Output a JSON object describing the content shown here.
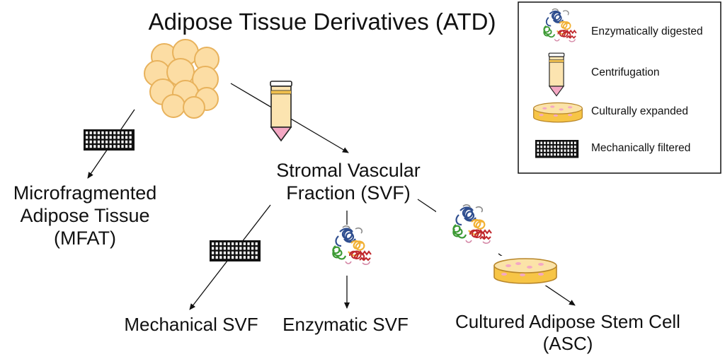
{
  "title": "Adipose Tissue Derivatives (ATD)",
  "nodes": {
    "mfat": [
      "Microfragmented",
      "Adipose Tissue",
      "(MFAT)"
    ],
    "svf": [
      "Stromal Vascular",
      "Fraction (SVF)"
    ],
    "mechanical_svf": "Mechanical SVF",
    "enzymatic_svf": "Enzymatic SVF",
    "asc": [
      "Cultured Adipose Stem Cell",
      "(ASC)"
    ]
  },
  "legend": {
    "enzymatic": "Enzymatically digested",
    "centrifugation": "Centrifugation",
    "cultural": "Culturally expanded",
    "mechanical": "Mechanically filtered"
  },
  "colors": {
    "fat_cell_fill": "#FCDDA4",
    "fat_cell_stroke": "#E8B25C",
    "tube_fill": "#FCE4B0",
    "tube_band": "#F2C14E",
    "tube_tip": "#F4A8C4",
    "dish_fill": "#F7C546",
    "dish_dots": "#F4A8C4",
    "filter_fill": "#111111",
    "protein_blue": "#2F4E8F",
    "protein_green": "#3C9A34",
    "protein_yellow": "#F2B134",
    "protein_red": "#C0282D",
    "protein_pink": "#D58AA8"
  },
  "icons": [
    "fat-cells-icon",
    "centrifuge-tube-icon",
    "filter-mesh-icon",
    "enzyme-protein-icon",
    "culture-dish-icon"
  ]
}
